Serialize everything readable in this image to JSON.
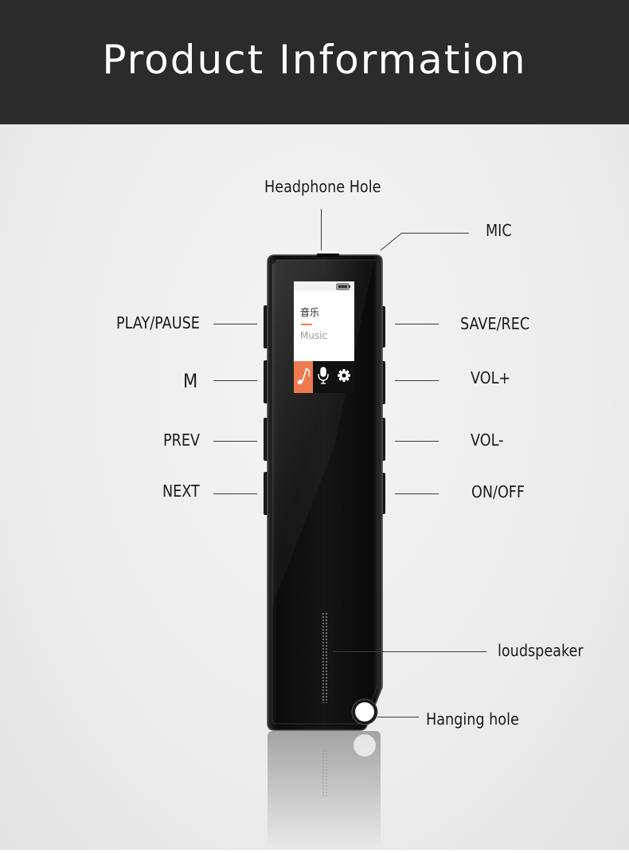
{
  "header": {
    "title": "Product Information"
  },
  "device": {
    "screen": {
      "menu_label_cn": "音乐",
      "menu_label_en": "Music",
      "tabs": [
        {
          "icon": "music-note-icon",
          "active": true
        },
        {
          "icon": "microphone-icon",
          "active": false
        },
        {
          "icon": "gear-icon",
          "active": false
        }
      ],
      "accent": "#f07a4f"
    }
  },
  "labels": {
    "headphone_hole": "Headphone Hole",
    "mic": "MIC",
    "play_pause": "PLAY/PAUSE",
    "save_rec": "SAVE/REC",
    "m": "M",
    "vol_plus": "VOL+",
    "prev": "PREV",
    "vol_minus": "VOL-",
    "next": "NEXT",
    "on_off": "ON/OFF",
    "loudspeaker": "loudspeaker",
    "hanging_hole": "Hanging hole"
  },
  "colors": {
    "banner": "#2b2b2b",
    "body": "#101010",
    "accent": "#f07a4f"
  }
}
